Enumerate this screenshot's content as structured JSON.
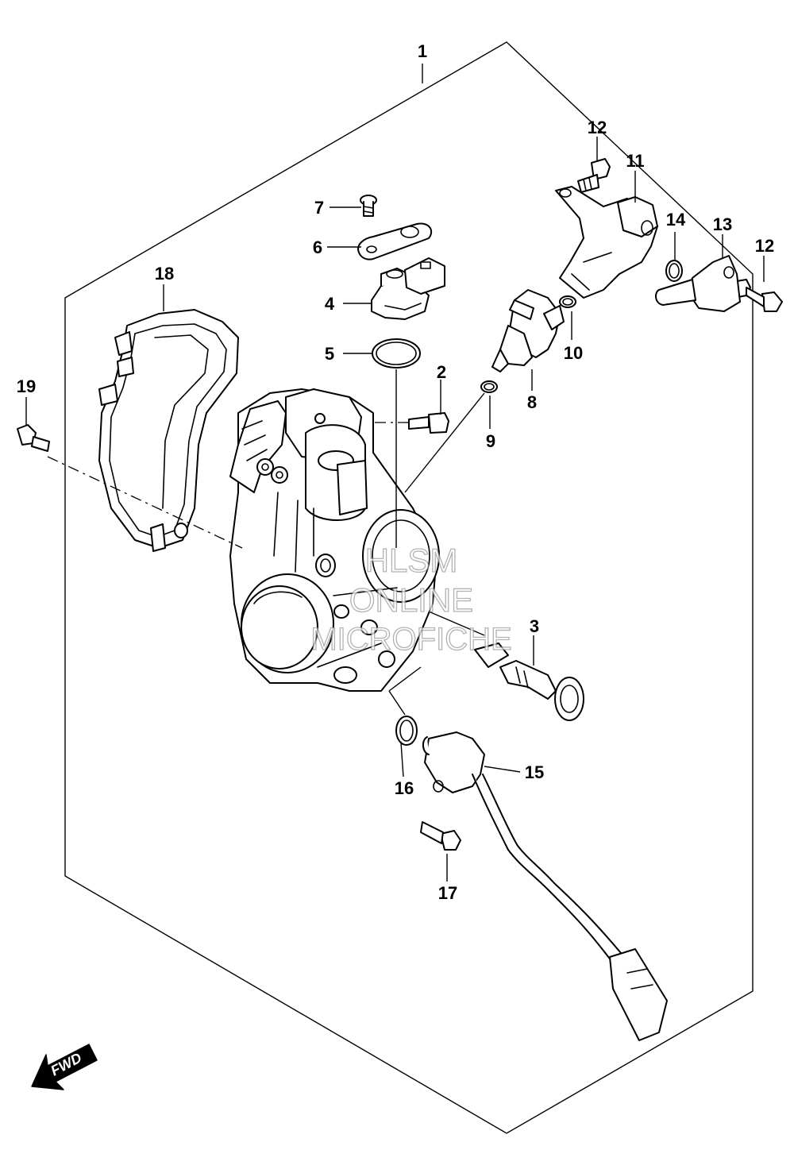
{
  "callouts": [
    "1",
    "2",
    "3",
    "4",
    "5",
    "6",
    "7",
    "8",
    "9",
    "10",
    "11",
    "12",
    "12",
    "13",
    "14",
    "15",
    "16",
    "17",
    "18",
    "19"
  ],
  "watermark": {
    "line1": "HLSM",
    "line2": "ONLINE",
    "line3": "MICROFICHE"
  },
  "direction_label": "FWD"
}
